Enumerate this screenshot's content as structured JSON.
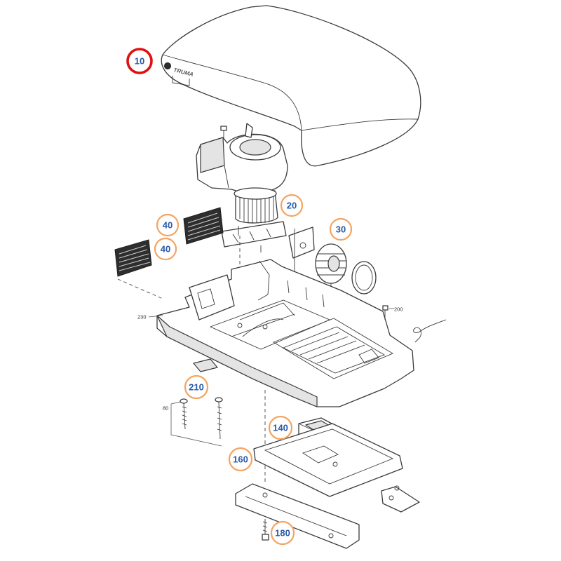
{
  "diagram": {
    "logo_text": "TRUMA",
    "callouts": [
      {
        "id": "10",
        "label": "10",
        "selected": true
      },
      {
        "id": "20",
        "label": "20",
        "selected": false
      },
      {
        "id": "30",
        "label": "30",
        "selected": false
      },
      {
        "id": "40a",
        "label": "40",
        "selected": false
      },
      {
        "id": "40b",
        "label": "40",
        "selected": false
      },
      {
        "id": "140",
        "label": "140",
        "selected": false
      },
      {
        "id": "160",
        "label": "160",
        "selected": false
      },
      {
        "id": "180",
        "label": "180",
        "selected": false
      },
      {
        "id": "210",
        "label": "210",
        "selected": false
      }
    ],
    "references": [
      {
        "id": "200",
        "label": "200"
      },
      {
        "id": "230",
        "label": "230"
      },
      {
        "id": "80",
        "label": "80"
      }
    ],
    "colors": {
      "callout_ring": "#f4a460",
      "callout_ring_selected": "#e01010",
      "callout_text": "#2a5aa8",
      "line": "#3a3a3a"
    }
  }
}
